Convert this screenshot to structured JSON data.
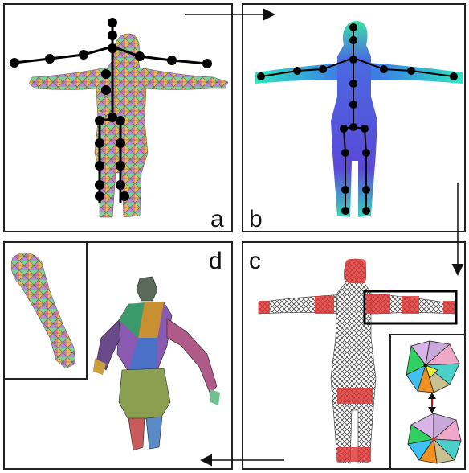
{
  "panels": {
    "a": {
      "letter": "a"
    },
    "b": {
      "letter": "b"
    },
    "c": {
      "letter": "c"
    },
    "d": {
      "letter": "d"
    }
  },
  "colors": {
    "frame": "#222222",
    "skeleton": "#000000",
    "heat_body": "#4a4ad8",
    "heat_hot": "#2ee6a0",
    "mesh_dark": "#2a2a2a",
    "mesh_red": "#e03030",
    "swap_arrow": "#d01010"
  },
  "icons": {
    "arrow_a_to_b": "arrow-right-icon",
    "arrow_b_to_c": "arrow-down-icon",
    "arrow_c_to_d": "arrow-left-icon",
    "swap_arrow": "double-arrow-vertical-icon"
  }
}
